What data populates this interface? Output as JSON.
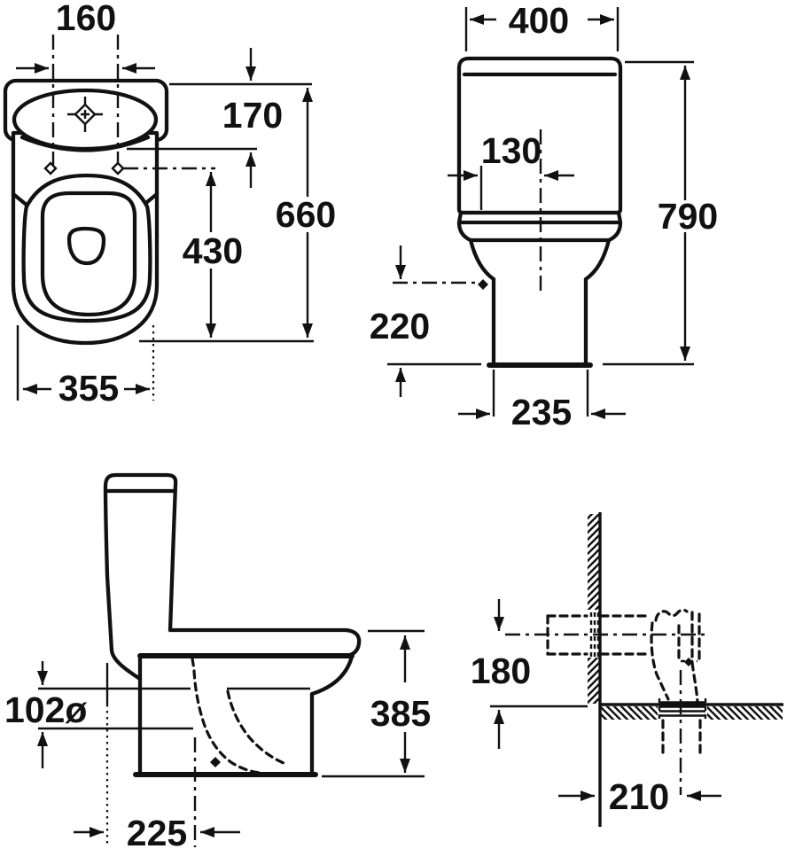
{
  "meta": {
    "background": "#ffffff",
    "line_color": "#111111"
  },
  "plan": {
    "d160": "160",
    "d170": "170",
    "d660": "660",
    "d430": "430",
    "d355": "355"
  },
  "front": {
    "d400": "400",
    "d130": "130",
    "d790": "790",
    "d220": "220",
    "d235": "235"
  },
  "side": {
    "d102": "102ø",
    "d385": "385",
    "d225": "225"
  },
  "detail": {
    "d180": "180",
    "d210": "210"
  }
}
